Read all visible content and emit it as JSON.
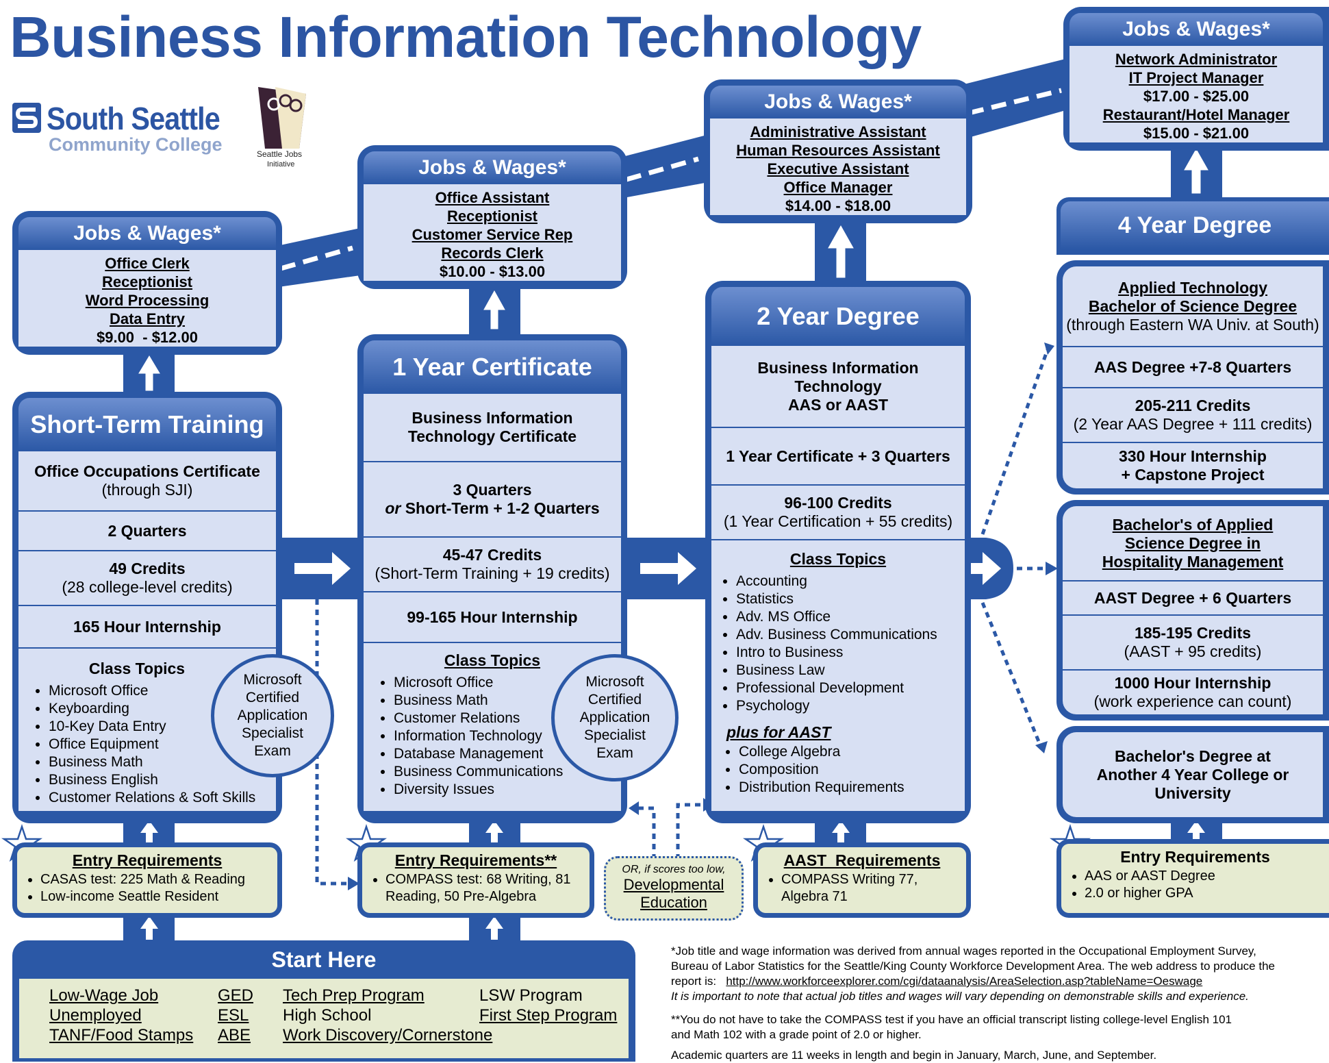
{
  "title": "Business Information Technology",
  "logo": {
    "name": "South Seattle",
    "sub": "Community College",
    "sji_line1": "Seattle Jobs",
    "sji_line2": "Initiative"
  },
  "colors": {
    "primary": "#2b58a6",
    "panel": "#d8e0f3",
    "entry": "#e6ebd1"
  },
  "jobs": [
    {
      "header": "Jobs & Wages*",
      "titles": [
        "Office Clerk",
        "Receptionist",
        "Word Processing",
        "Data Entry"
      ],
      "wage": "$9.00  - $12.00"
    },
    {
      "header": "Jobs & Wages*",
      "titles": [
        "Office Assistant",
        "Receptionist",
        "Customer Service Rep",
        "Records Clerk"
      ],
      "wage": "$10.00 - $13.00"
    },
    {
      "header": "Jobs & Wages*",
      "titles": [
        "Administrative Assistant",
        "Human Resources Assistant",
        "Executive Assistant",
        "Office Manager"
      ],
      "wage": "$14.00 - $18.00"
    },
    {
      "header": "Jobs & Wages*",
      "titles": [
        "Network Administrator",
        "IT Project Manager"
      ],
      "wage1": "$17.00 - $25.00",
      "titles2": [
        "Restaurant/Hotel Manager"
      ],
      "wage2": "$15.00 - $21.00"
    }
  ],
  "short_term": {
    "header": "Short-Term Training",
    "cert": "Office Occupations Certificate",
    "cert_sub": "(through SJI)",
    "duration": "2 Quarters",
    "credits": "49 Credits",
    "credits_sub": "(28 college-level credits)",
    "internship": "165 Hour Internship",
    "topics_title": "Class Topics",
    "topics": [
      "Microsoft Office",
      "Keyboarding",
      "10-Key Data Entry",
      "Office Equipment",
      "Business Math",
      "Business English",
      "Customer Relations & Soft Skills"
    ],
    "exam": [
      "Microsoft",
      "Certified",
      "Application",
      "Specialist",
      "Exam"
    ]
  },
  "one_year": {
    "header": "1 Year Certificate",
    "cert": "Business Information Technology Certificate",
    "duration": "3 Quarters",
    "duration_or": "or",
    "duration_alt": "Short-Term + 1-2 Quarters",
    "credits": "45-47 Credits",
    "credits_sub": "(Short-Term Training + 19 credits)",
    "internship": "99-165 Hour Internship",
    "topics_title": "Class Topics",
    "topics": [
      "Microsoft Office",
      "Business Math",
      "Customer Relations",
      "Information Technology",
      "Database Management",
      "Business Communications",
      "Diversity Issues"
    ],
    "exam": [
      "Microsoft",
      "Certified",
      "Application",
      "Specialist",
      "Exam"
    ]
  },
  "two_year": {
    "header": "2 Year Degree",
    "degree": [
      "Business Information",
      "Technology",
      "AAS or AAST"
    ],
    "duration": "1 Year Certificate + 3 Quarters",
    "credits": "96-100 Credits",
    "credits_sub": "(1 Year Certification + 55 credits)",
    "topics_title": "Class Topics",
    "topics": [
      "Accounting",
      "Statistics",
      "Adv. MS Office",
      "Adv. Business Communications",
      "Intro to Business",
      "Business Law",
      "Professional Development",
      "Psychology"
    ],
    "aast_title": "plus for AAST",
    "aast_topics": [
      "College Algebra",
      "Composition",
      "Distribution Requirements"
    ]
  },
  "four_year": {
    "header": "4 Year Degree",
    "applied": [
      "Applied Technology",
      "Bachelor of Science Degree"
    ],
    "applied_sub": "(through Eastern WA Univ. at South)",
    "duration": "AAS Degree +7-8 Quarters",
    "credits": "205-211 Credits",
    "credits_sub": "(2 Year AAS Degree + 111 credits)",
    "internship": [
      "330 Hour Internship",
      "+ Capstone Project"
    ],
    "hosp": [
      "Bachelor's of Applied",
      "Science Degree in",
      "Hospitality Management"
    ],
    "hosp_duration": "AAST Degree + 6 Quarters",
    "hosp_credits": "185-195 Credits",
    "hosp_credits_sub": "(AAST + 95 credits)",
    "hosp_internship": "1000 Hour Internship",
    "hosp_internship_sub": "(work experience can count)",
    "other": [
      "Bachelor's Degree at",
      "Another 4 Year College or",
      "University"
    ]
  },
  "entry": [
    {
      "title": "Entry Requirements",
      "items": [
        "CASAS test: 225 Math & Reading",
        "Low-income Seattle Resident"
      ]
    },
    {
      "title": "Entry Requirements**",
      "items": [
        "COMPASS test: 68 Writing, 81 Reading, 50 Pre-Algebra"
      ]
    },
    {
      "title": "AAST  Requirements",
      "items": [
        "COMPASS Writing 77, Algebra 71"
      ]
    },
    {
      "title": "Entry Requirements",
      "items": [
        "AAS or AAST Degree",
        "2.0 or higher GPA"
      ]
    }
  ],
  "dev_ed": {
    "note": "OR, if scores too low,",
    "line1": "Developmental",
    "line2": "Education"
  },
  "start": {
    "title": "Start Here",
    "col1": [
      "Low-Wage Job",
      "Unemployed",
      "TANF/Food Stamps"
    ],
    "col2": [
      "GED",
      "ESL",
      "ABE"
    ],
    "col3": [
      "Tech Prep Program",
      "High School",
      "Work Discovery/Cornerstone"
    ],
    "col4": [
      "LSW Program",
      "First Step Program"
    ]
  },
  "footnotes": {
    "f1_line1": "*Job title and wage information was derived from annual wages reported in the Occupational Employment Survey,",
    "f1_line2": "Bureau of Labor Statistics for the Seattle/King County Workforce Development Area.  The web address to produce the",
    "f1_line3_pre": "report is:   ",
    "f1_url": "http://www.workforceexplorer.com/cgi/dataanalysis/AreaSelection.asp?tableName=Oeswage",
    "f1_line4": "It is important to note that actual job titles and wages will vary depending on demonstrable skills and experience.",
    "f2_line1": "**You do not have to take the COMPASS test if you have an official transcript listing college-level English 101",
    "f2_line2": "and Math 102 with a grade point of 2.0 or higher.",
    "f3": "Academic quarters are 11 weeks in length and begin in January, March, June, and September."
  }
}
